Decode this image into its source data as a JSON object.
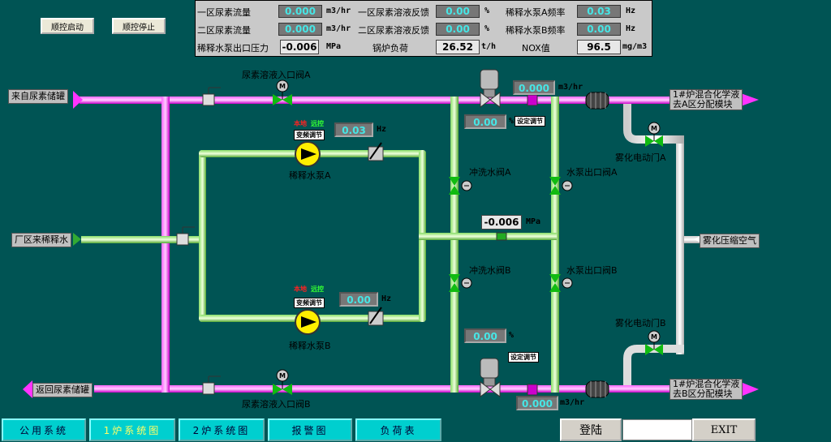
{
  "buttons": {
    "seq_start": "顺控启动",
    "seq_stop": "顺控停止"
  },
  "panel": {
    "row1": {
      "label1": "一区尿素流量",
      "val1": "0.000",
      "unit1": "m3/hr",
      "label2": "一区尿素溶液反馈",
      "val2": "0.00",
      "unit2": "%",
      "label3": "稀释水泵A频率",
      "val3": "0.03",
      "unit3": "Hz"
    },
    "row2": {
      "label1": "二区尿素流量",
      "val1": "0.000",
      "unit1": "m3/hr",
      "label2": "二区尿素溶液反馈",
      "val2": "0.00",
      "unit2": "%",
      "label3": "稀释水泵B频率",
      "val3": "0.00",
      "unit3": "Hz"
    },
    "row3": {
      "label1": "稀释水泵出口压力",
      "val1": "-0.006",
      "unit1": "MPa",
      "label2": "锅炉负荷",
      "val2": "26.52",
      "unit2": "t/h",
      "label3": "NOX值",
      "val3": "96.5",
      "unit3": "mg/m3"
    }
  },
  "external": {
    "from_tank": "来自尿素储罐",
    "return_tank": "返回尿素储罐",
    "plant_water": "厂区来稀释水",
    "dest_a": "1#炉混合化学液\n去A区分配模块",
    "dest_b": "1#炉混合化学液\n去B区分配模块",
    "air": "雾化压缩空气"
  },
  "labels": {
    "inlet_valve_a": "尿素溶液入口阀A",
    "inlet_valve_b": "尿素溶液入口阀B",
    "pump_a": "稀释水泵A",
    "pump_b": "稀释水泵B",
    "flush_a": "冲洗水阀A",
    "flush_b": "冲洗水阀B",
    "outlet_a": "水泵出口阀A",
    "outlet_b": "水泵出口阀B",
    "atom_a": "雾化电动门A",
    "atom_b": "雾化电动门B",
    "local": "本地",
    "remote": "远控",
    "vfd": "变频调节",
    "open": "设定调节"
  },
  "process": {
    "flow_a": "0.000",
    "flow_a_unit": "m3/hr",
    "valve_a_pct": "0.00",
    "pct_unit": "%",
    "pump_a_hz": "0.03",
    "pump_b_hz": "0.00",
    "hz_unit": "Hz",
    "pressure": "-0.006",
    "pressure_unit": "MPa",
    "valve_b_pct": "0.00",
    "flow_b": "0.000",
    "flow_b_unit": "m3/hr"
  },
  "tabs": [
    "公用系统",
    "1炉系统图",
    "2炉系统图",
    "报警图",
    "负荷表"
  ],
  "bottom": {
    "login": "登陆",
    "exit": "EXIT"
  },
  "colors": {
    "background": "#005454",
    "urea_pipe": "#ff33ff",
    "water_pipe": "#aaff88",
    "air_pipe": "#ffffff"
  }
}
